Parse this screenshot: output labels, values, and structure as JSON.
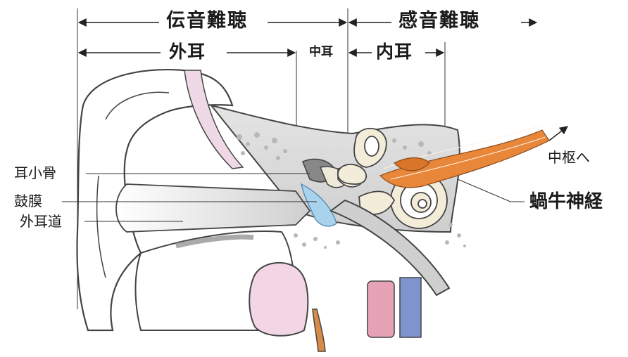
{
  "headers": {
    "conductive": "伝音難聴",
    "sensorineural": "感音難聴"
  },
  "sections": {
    "outer_ear": "外耳",
    "middle_ear": "中耳",
    "inner_ear": "内耳"
  },
  "labels": {
    "ossicles": "耳小骨",
    "eardrum": "鼓膜",
    "ear_canal": "外耳道",
    "cochlear_nerve": "蝸牛神経",
    "to_center": "中枢へ"
  },
  "colors": {
    "nerve": "#e8863a",
    "eardrum": "#a9d3ec",
    "vessel_blue": "#7f93cf",
    "vessel_pink": "#e7a3b6",
    "parotid": "#f3d6e5",
    "tissue_pink": "#f0d9e6",
    "bone": "#d9d9d9"
  }
}
